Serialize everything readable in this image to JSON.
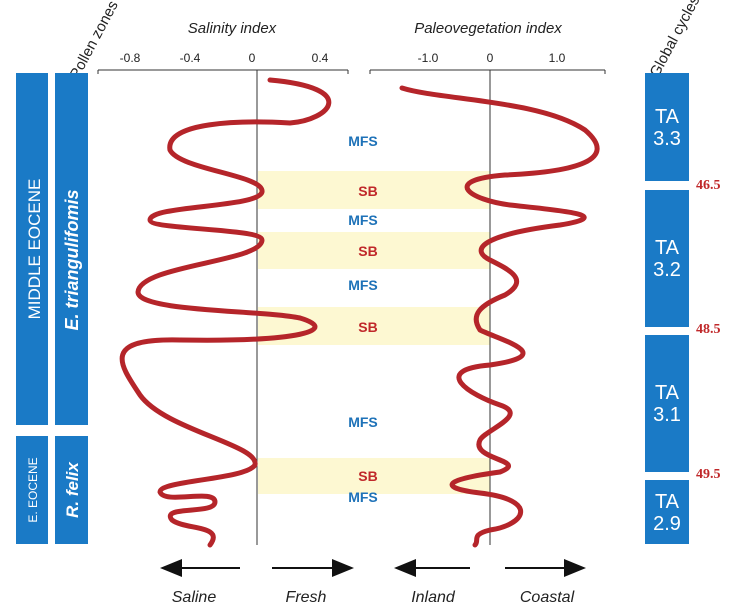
{
  "headers": {
    "pollen_zones": "Pollen zones",
    "salinity_index": "Salinity index",
    "paleovegetation_index": "Paleovegetation index",
    "global_cycles": "Global cycles"
  },
  "salinity_axis": {
    "ticks": [
      "-0.8",
      "-0.4",
      "0",
      "0.4"
    ]
  },
  "paleoveg_axis": {
    "ticks": [
      "-1.0",
      "0",
      "1.0"
    ]
  },
  "epochs": [
    "MIDDLE EOCENE",
    "E. EOCENE"
  ],
  "pollen_zones": [
    "E. triangulifomis",
    "R. felix"
  ],
  "cycles": [
    {
      "label": "TA\n3.3"
    },
    {
      "label": "TA\n3.2"
    },
    {
      "label": "TA\n3.1"
    },
    {
      "label": "TA\n2.9"
    }
  ],
  "boundary_ages": [
    "46.5",
    "48.5",
    "49.5"
  ],
  "markers": {
    "mfs": [
      "MFS",
      "MFS",
      "MFS",
      "MFS",
      "MFS"
    ],
    "sb": [
      "SB",
      "SB",
      "SB",
      "SB"
    ]
  },
  "bottom_labels": {
    "saline": "Saline",
    "fresh": "Fresh",
    "inland": "Inland",
    "coastal": "Coastal"
  },
  "colors": {
    "curve": "#b5252a",
    "band": "#fdf8d2",
    "box": "#1a7ac6",
    "mfs_text": "#1e72b8",
    "sb_text": "#c0282a",
    "age_text": "#c0282a"
  }
}
